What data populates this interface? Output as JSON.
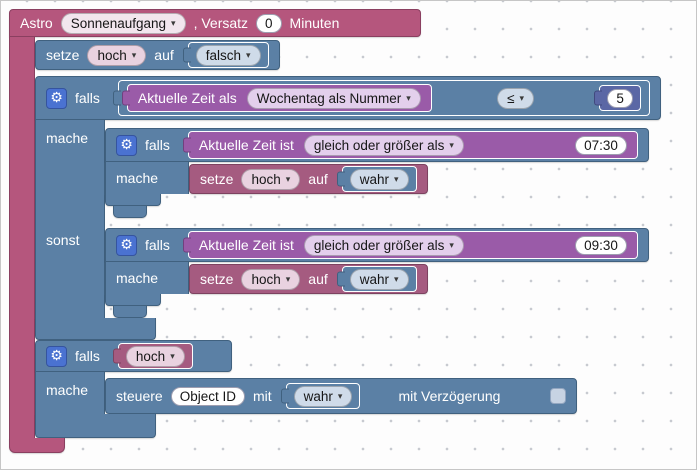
{
  "icons": {
    "gear": "⚙",
    "dropdown_arrow": "▾"
  },
  "colors": {
    "astro_pink": "#b5567d",
    "variable_magenta": "#a55b80",
    "logic_blue": "#5b80a5",
    "time_purple": "#9a5ba8",
    "math_blue": "#5b67a5",
    "gear_icon_blue": "#4a72d1"
  },
  "astro_block": {
    "label": "Astro",
    "event": "Sonnenaufgang",
    "versatz_label": ", Versatz",
    "offset_value": "0",
    "minutes_label": "Minuten"
  },
  "set_block_1": {
    "set": "setze",
    "variable": "hoch",
    "to": "auf",
    "value": "falsch"
  },
  "if_block_1": {
    "if": "falls",
    "do": "mache",
    "else": "sonst",
    "condition": {
      "left_label": "Aktuelle Zeit als",
      "left_option": "Wochentag als Nummer",
      "operator": "≤",
      "right_value": "5"
    },
    "nested_if_1": {
      "if": "falls",
      "do": "mache",
      "condition_label": "Aktuelle Zeit ist",
      "condition_option": "gleich oder größer als",
      "condition_time": "07:30",
      "set_block": {
        "set": "setze",
        "variable": "hoch",
        "to": "auf",
        "value": "wahr"
      }
    },
    "nested_if_2": {
      "if": "falls",
      "do": "mache",
      "condition_label": "Aktuelle Zeit ist",
      "condition_option": "gleich oder größer als",
      "condition_time": "09:30",
      "set_block": {
        "set": "setze",
        "variable": "hoch",
        "to": "auf",
        "value": "wahr"
      }
    }
  },
  "if_block_2": {
    "if": "falls",
    "do": "mache",
    "condition_variable": "hoch",
    "control_block": {
      "control": "steuere",
      "object_id": "Object ID",
      "with": "mit",
      "value": "wahr",
      "delay_label": "mit Verzögerung"
    }
  }
}
